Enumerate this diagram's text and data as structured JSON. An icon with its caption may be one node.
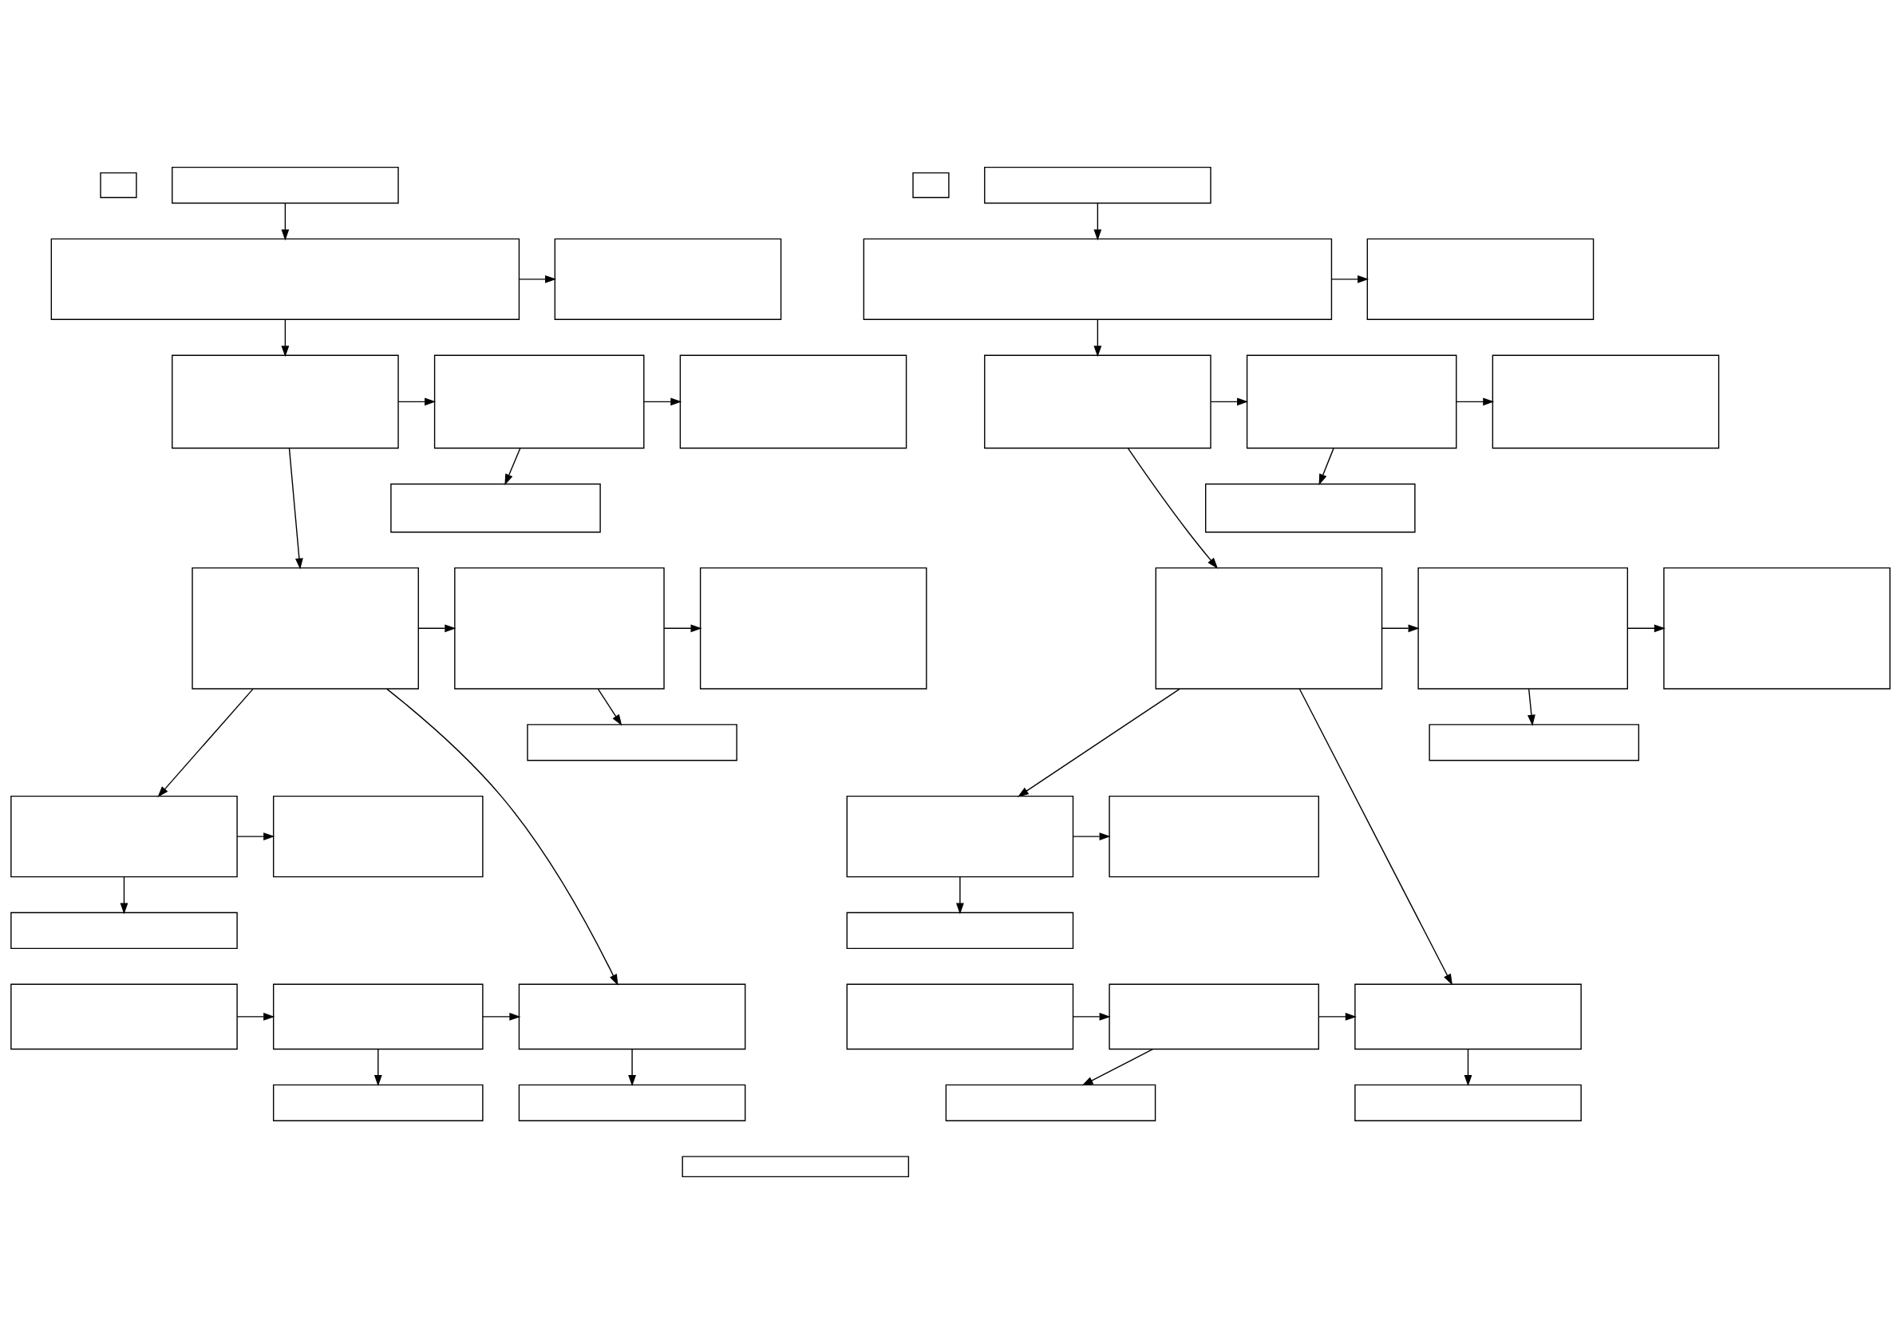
{
  "diagram": {
    "nodes": [
      {
        "text": [],
        "shape": "box"
      },
      {
        "text": [],
        "shape": "box"
      },
      {
        "text": [],
        "shape": "box"
      },
      {
        "text": [],
        "shape": "box"
      },
      {
        "text": [],
        "shape": "box"
      },
      {
        "text": [],
        "shape": "box"
      },
      {
        "text": [],
        "shape": "box"
      },
      {
        "text": [],
        "shape": "box"
      },
      {
        "text": [],
        "shape": "box"
      },
      {
        "text": [],
        "shape": "box"
      },
      {
        "text": [],
        "shape": "box"
      },
      {
        "text": [],
        "shape": "box"
      },
      {
        "text": [],
        "shape": "box"
      },
      {
        "text": [],
        "shape": "box"
      },
      {
        "text": [],
        "shape": "box"
      },
      {
        "text": [],
        "shape": "box"
      },
      {
        "text": [],
        "shape": "box"
      },
      {
        "text": [],
        "shape": "box"
      },
      {
        "text": [],
        "shape": "box"
      },
      {
        "text": [],
        "shape": "box"
      },
      {
        "text": [],
        "shape": "box"
      },
      {
        "text": [],
        "shape": "box"
      },
      {
        "text": [],
        "shape": "box"
      },
      {
        "text": [],
        "shape": "box"
      },
      {
        "text": [],
        "shape": "box"
      },
      {
        "text": [],
        "shape": "box"
      },
      {
        "text": [],
        "shape": "box"
      },
      {
        "text": [],
        "shape": "box"
      },
      {
        "text": [],
        "shape": "box"
      },
      {
        "text": [],
        "shape": "box"
      },
      {
        "text": [],
        "shape": "box"
      },
      {
        "text": [],
        "shape": "box"
      },
      {
        "text": [],
        "shape": "box"
      },
      {
        "text": [],
        "shape": "box"
      },
      {
        "text": [],
        "shape": "box"
      },
      {
        "text": [],
        "shape": "box"
      },
      {
        "text": [],
        "shape": "box"
      },
      {
        "text": [],
        "shape": "box"
      },
      {
        "text": [],
        "shape": "box"
      },
      {
        "text": [],
        "shape": "box"
      },
      {
        "text": [],
        "shape": "box"
      }
    ],
    "edges": [
      {
        "from": 1,
        "to": 2,
        "arrow": "to"
      },
      {
        "from": 2,
        "to": 3,
        "arrow": "to"
      },
      {
        "from": 2,
        "to": 4,
        "arrow": "to"
      },
      {
        "from": 4,
        "to": 5,
        "arrow": "to"
      },
      {
        "from": 5,
        "to": 6,
        "arrow": "to"
      },
      {
        "from": 5,
        "to": 7,
        "arrow": "to"
      },
      {
        "from": 4,
        "to": 8,
        "arrow": "to"
      },
      {
        "from": 8,
        "to": 9,
        "arrow": "to"
      },
      {
        "from": 9,
        "to": 10,
        "arrow": "to"
      },
      {
        "from": 9,
        "to": 11,
        "arrow": "to"
      },
      {
        "from": 8,
        "to": 12,
        "arrow": "to"
      },
      {
        "from": 8,
        "to": 17,
        "arrow": "to"
      },
      {
        "from": 12,
        "to": 13,
        "arrow": "to"
      },
      {
        "from": 12,
        "to": 14,
        "arrow": "to"
      },
      {
        "from": 15,
        "to": 16,
        "arrow": "to"
      },
      {
        "from": 16,
        "to": 17,
        "arrow": "to"
      },
      {
        "from": 16,
        "to": 18,
        "arrow": "to"
      },
      {
        "from": 17,
        "to": 19,
        "arrow": "to"
      },
      {
        "from": 21,
        "to": 22,
        "arrow": "to"
      },
      {
        "from": 22,
        "to": 23,
        "arrow": "to"
      },
      {
        "from": 22,
        "to": 24,
        "arrow": "to"
      },
      {
        "from": 24,
        "to": 25,
        "arrow": "to"
      },
      {
        "from": 25,
        "to": 26,
        "arrow": "to"
      },
      {
        "from": 25,
        "to": 27,
        "arrow": "to"
      },
      {
        "from": 24,
        "to": 28,
        "arrow": "to"
      },
      {
        "from": 28,
        "to": 29,
        "arrow": "to"
      },
      {
        "from": 29,
        "to": 30,
        "arrow": "to"
      },
      {
        "from": 29,
        "to": 31,
        "arrow": "to"
      },
      {
        "from": 28,
        "to": 32,
        "arrow": "to"
      },
      {
        "from": 28,
        "to": 37,
        "arrow": "to"
      },
      {
        "from": 32,
        "to": 33,
        "arrow": "to"
      },
      {
        "from": 32,
        "to": 34,
        "arrow": "to"
      },
      {
        "from": 35,
        "to": 36,
        "arrow": "to"
      },
      {
        "from": 36,
        "to": 37,
        "arrow": "to"
      },
      {
        "from": 36,
        "to": 38,
        "arrow": "to"
      },
      {
        "from": 37,
        "to": 39,
        "arrow": "to"
      }
    ]
  }
}
